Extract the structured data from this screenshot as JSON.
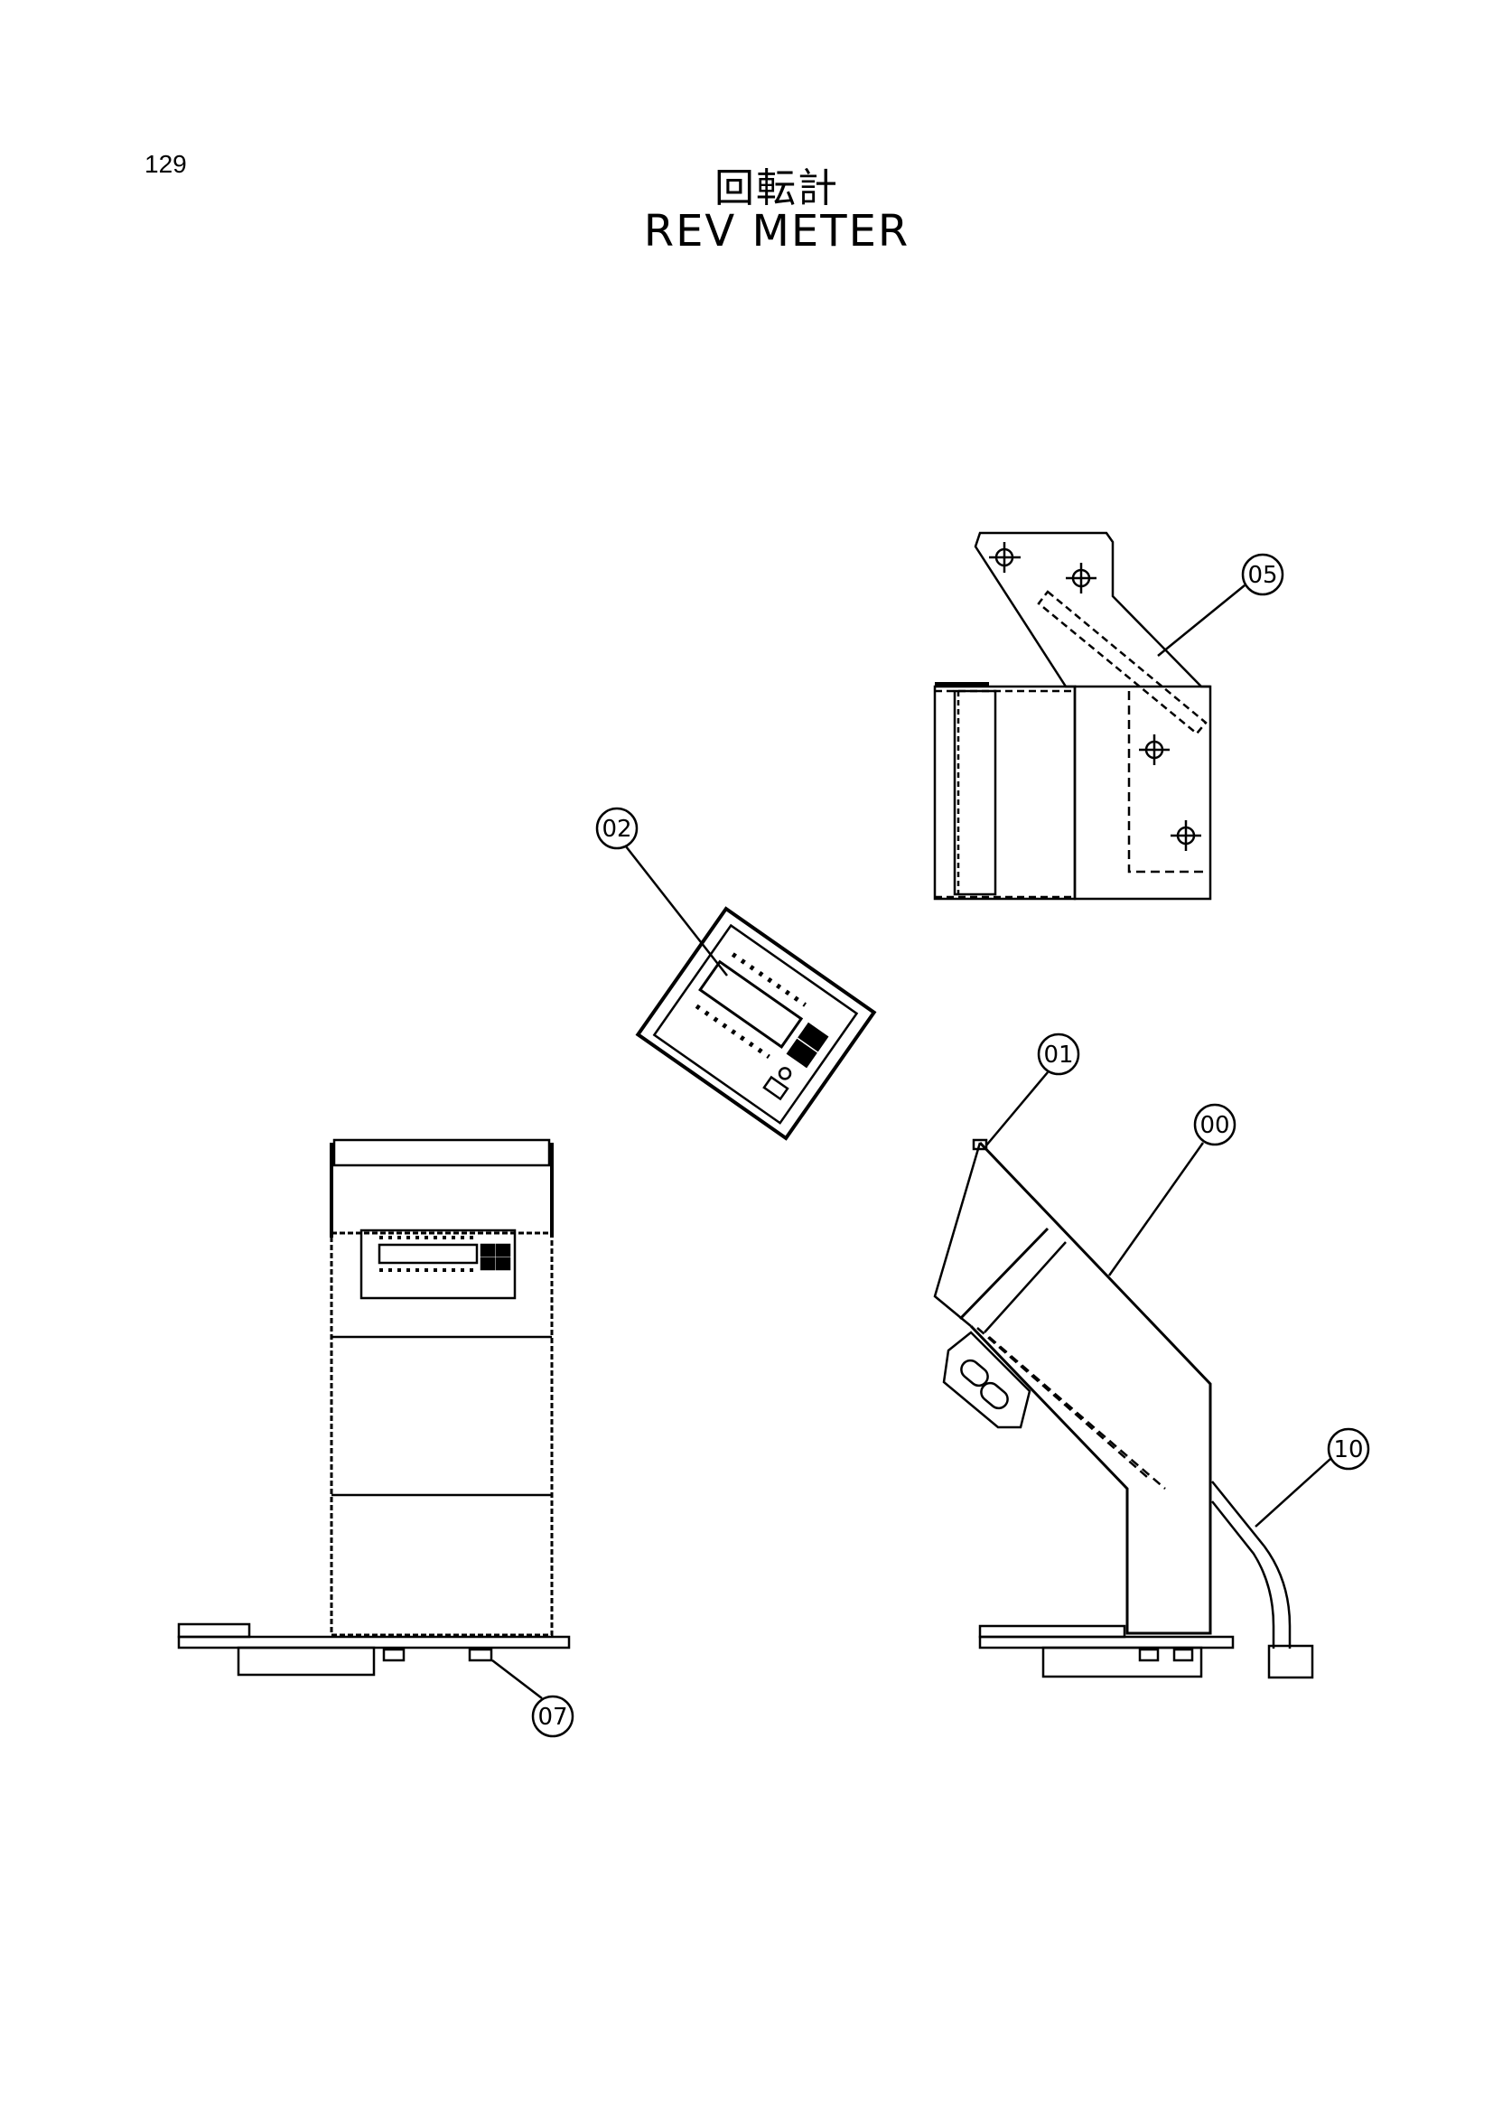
{
  "page": {
    "number": "129"
  },
  "title": {
    "japanese": "回転計",
    "english": "REV METER"
  },
  "callouts": [
    {
      "id": "00",
      "label": "00"
    },
    {
      "id": "01",
      "label": "01"
    },
    {
      "id": "02",
      "label": "02"
    },
    {
      "id": "05",
      "label": "05"
    },
    {
      "id": "07",
      "label": "07"
    },
    {
      "id": "10",
      "label": "10"
    }
  ]
}
